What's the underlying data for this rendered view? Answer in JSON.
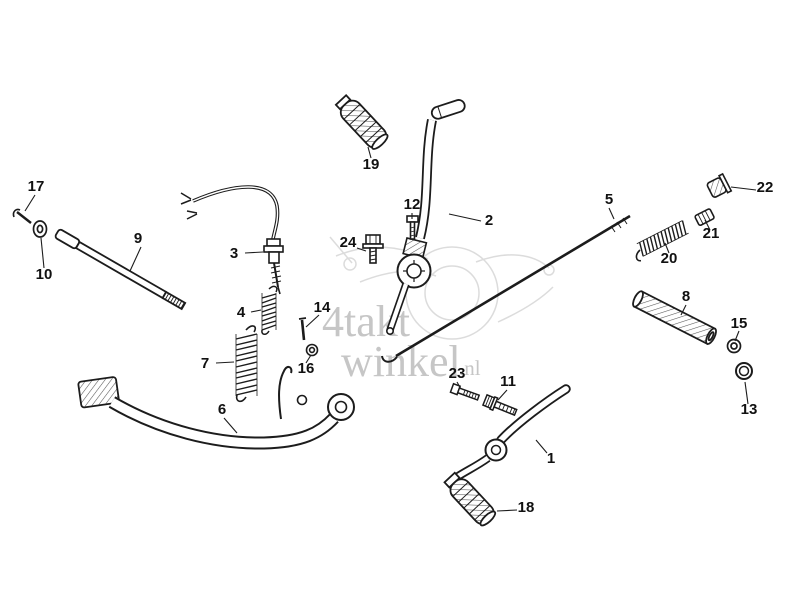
{
  "diagram": {
    "background": "#ffffff",
    "line_color": "#1c1c1c"
  },
  "watermark": {
    "word1": "4takt",
    "word2": "winkel",
    "tld": ".nl",
    "color": "#c6c6c6"
  },
  "callouts": [
    "1",
    "2",
    "3",
    "4",
    "5",
    "6",
    "7",
    "8",
    "9",
    "10",
    "11",
    "12",
    "13",
    "14",
    "15",
    "16",
    "17",
    "18",
    "19",
    "20",
    "21",
    "22",
    "23",
    "24"
  ]
}
